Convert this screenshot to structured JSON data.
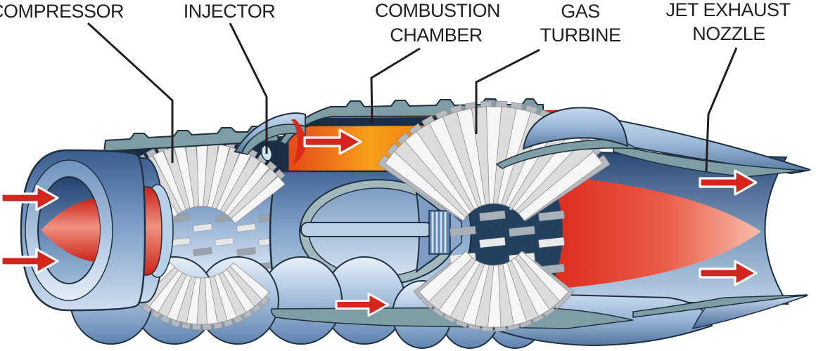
{
  "diagram": {
    "type": "jet-engine-cutaway",
    "background": "#ffffff",
    "labels": {
      "compressor": {
        "text": "COMPRESSOR"
      },
      "injector": {
        "text": "INJECTOR"
      },
      "combustion_chamber": {
        "line1": "COMBUSTION",
        "line2": "CHAMBER"
      },
      "gas_turbine": {
        "line1": "GAS",
        "line2": "TURBINE"
      },
      "jet_exhaust_nozzle": {
        "line1": "JET EXHAUST",
        "line2": "NOZZLE"
      }
    },
    "flow_arrows": {
      "icon": "right-arrow-icon",
      "count": 6,
      "locations": [
        "intake-top",
        "intake-bottom",
        "combustion-top",
        "combustion-bottom",
        "exhaust-top",
        "exhaust-bottom"
      ],
      "fill": "#d6251f",
      "outline": "#ffffff"
    },
    "colors": {
      "label_text": "#231f20",
      "leader_line": "#231f20",
      "outline": "#1f3040",
      "metal_light": "#c9dcef",
      "metal_mid": "#7b9cc6",
      "metal_dark": "#3a5c8e",
      "teal_casing": "#7f9da5",
      "interior_navy": "#1b2d45",
      "blade_white": "#f6f6f6",
      "blade_gray": "#b6bac0",
      "combustion_red": "#e33b17",
      "combustion_orange": "#f8a019",
      "exhaust_red": "#dd2a1c",
      "exhaust_pink": "#f8beab",
      "spinner_red": "#c92117"
    }
  }
}
